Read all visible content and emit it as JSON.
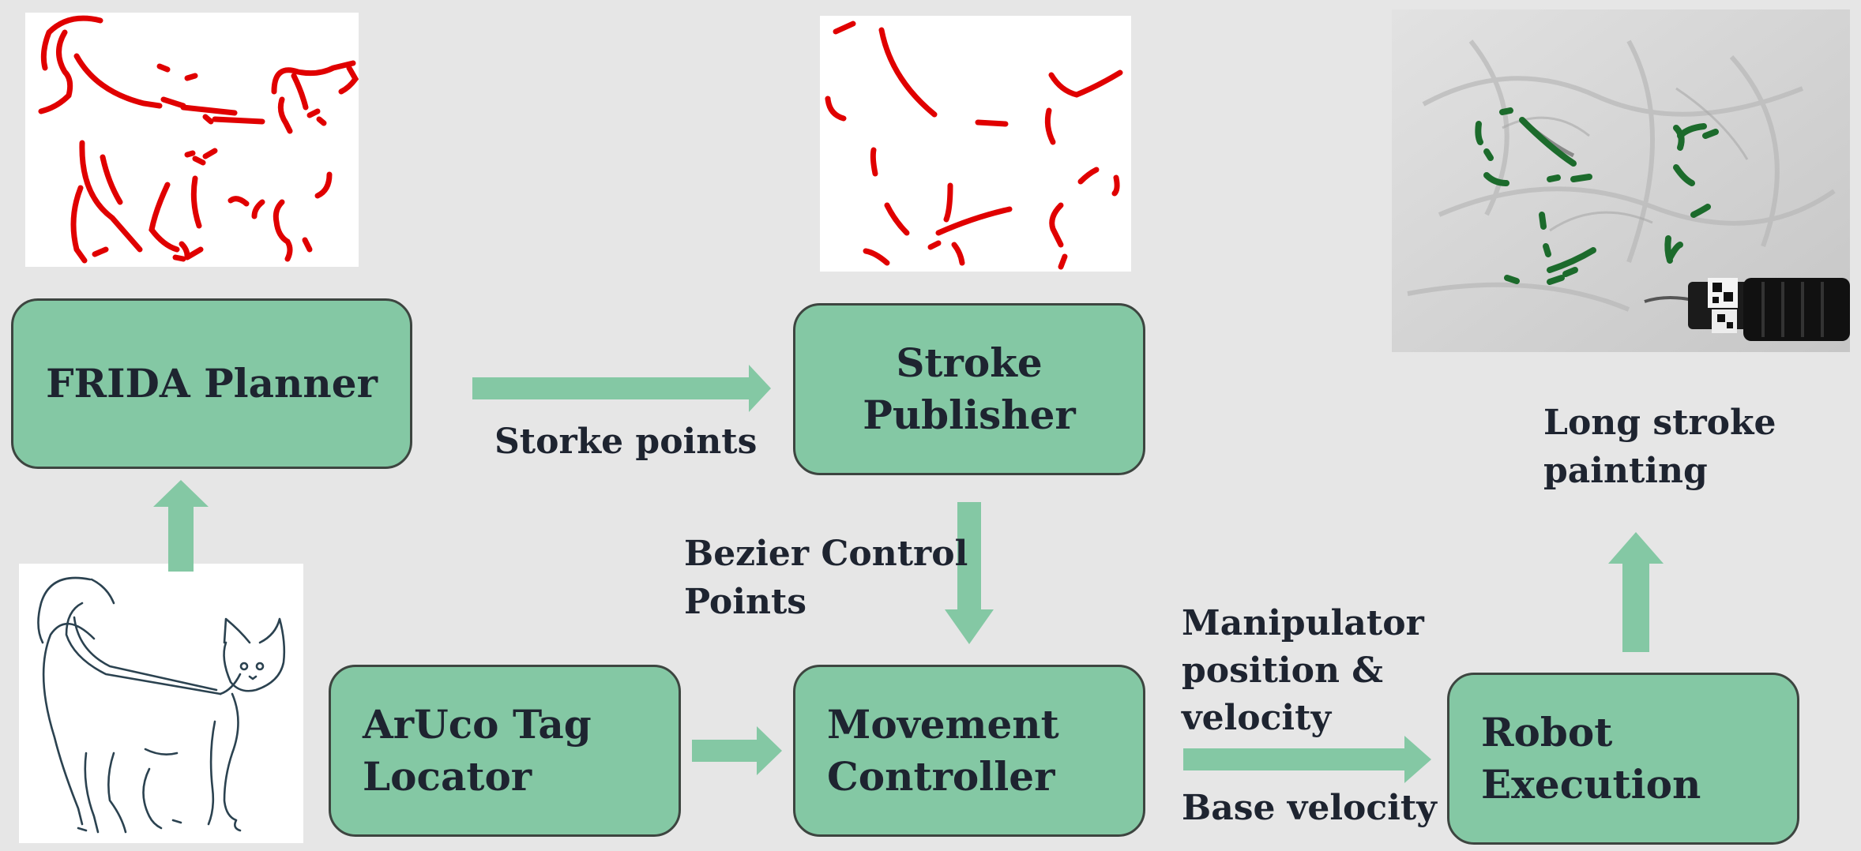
{
  "boxes": {
    "frida_planner": [
      "FRIDA Planner"
    ],
    "stroke_publisher": [
      "Stroke",
      "Publisher"
    ],
    "aruco_locator": [
      "ArUco Tag",
      "Locator"
    ],
    "movement_controller": [
      "Movement",
      "Controller"
    ],
    "robot_execution": [
      "Robot",
      "Execution"
    ]
  },
  "labels": {
    "stroke_points": "Storke points",
    "bezier_control_points": [
      "Bezier Control",
      "Points"
    ],
    "manipulator": [
      "Manipulator",
      "position &",
      "velocity"
    ],
    "base_velocity": "Base velocity",
    "long_stroke": [
      "Long stroke",
      "painting"
    ]
  },
  "colors": {
    "background": "#e6e6e6",
    "box_fill": "#84c8a4",
    "box_border": "#3d4540",
    "arrow": "#84c8a4",
    "stroke_red": "#e00000",
    "paint_green": "#1c6b2c",
    "sketch_line": "#2b4250",
    "text": "#1e2430"
  }
}
